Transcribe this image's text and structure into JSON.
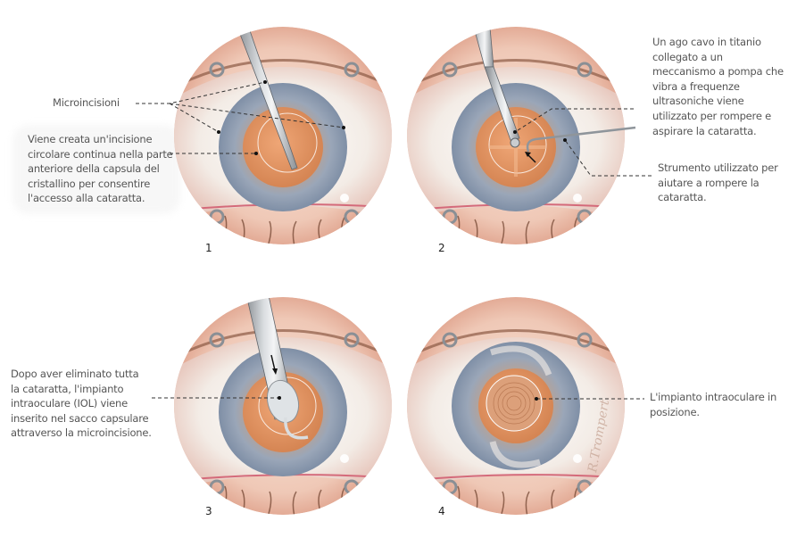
{
  "title": "Cataract surgery steps",
  "steps": [
    {
      "number": "1",
      "annotations": [
        {
          "text": "Microincisioni"
        },
        {
          "text": "Viene creata un'incisione circolare continua nella parte anteriore della capsula del cristallino per consentire l'accesso alla cataratta.",
          "lines": [
            "Viene creata un'incisione",
            "circolare continua nella parte",
            "anteriore della capsula del",
            "cristallino per consentire",
            "l'accesso alla cataratta."
          ]
        }
      ]
    },
    {
      "number": "2",
      "annotations": [
        {
          "text": "Un ago cavo in titanio collegato a un meccanismo a pompa che vibra a frequenze ultrasoniche viene utilizzato per rompere e aspirare la cataratta.",
          "lines": [
            "Un ago cavo in titanio",
            "collegato a un",
            "meccanismo a pompa che",
            "vibra a frequenze",
            "ultrasoniche viene",
            "utilizzato per rompere e",
            "aspirare la cataratta."
          ]
        },
        {
          "text": "Strumento utilizzato per aiutare a rompere la cataratta.",
          "lines": [
            "Strumento utilizzato per",
            "aiutare a rompere la",
            "cataratta."
          ]
        }
      ]
    },
    {
      "number": "3",
      "annotations": [
        {
          "text": "Dopo aver eliminato tutta la cataratta, l'impianto intraoculare (IOL) viene inserito nel sacco capsulare attraverso la microincisione.",
          "lines": [
            "Dopo aver eliminato tutta",
            "la cataratta, l'impianto",
            "intraoculare (IOL) viene",
            "inserito nel sacco capsulare",
            "attraverso la microincisione."
          ]
        }
      ]
    },
    {
      "number": "4",
      "annotations": [
        {
          "text": "L'impianto intraoculare in posizione.",
          "lines": [
            "L'impianto intraoculare in",
            "posizione."
          ]
        }
      ],
      "signature": "R.Trompert"
    }
  ],
  "colors": {
    "text": "#555555",
    "skin": "#f2d3c4",
    "sclera": "#f4efe9",
    "iris": "#8fa0b5",
    "lens": "#d98a5a",
    "instrument": "#a9adb2",
    "leader": "#333333"
  }
}
